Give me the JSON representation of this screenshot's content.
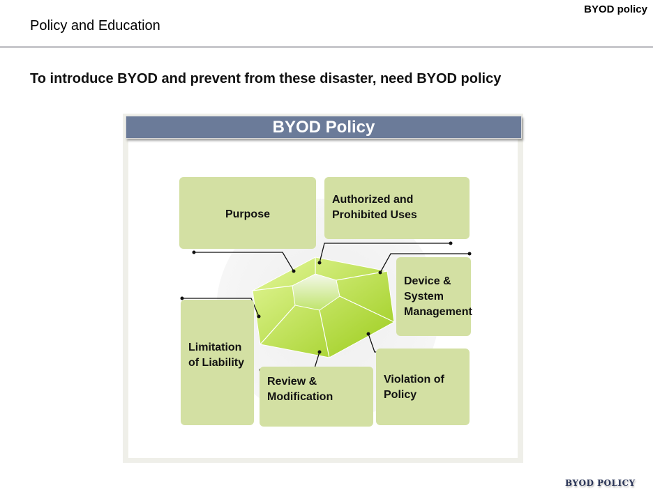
{
  "header": {
    "section": "BYOD policy",
    "title": "Policy and Education"
  },
  "subtitle": "To introduce BYOD and prevent from these disaster, need BYOD policy",
  "diagram": {
    "title": "BYOD Policy",
    "items": [
      "Purpose",
      "Authorized and Prohibited Uses",
      "Device & System Management",
      "Limitation of Liability",
      "Review & Modification",
      "Violation of Policy"
    ],
    "box_color": "#d3e0a3",
    "title_bar_color": "#6b7b99",
    "gem_color": "#a8d83a"
  },
  "footer": "BYOD POLICY"
}
